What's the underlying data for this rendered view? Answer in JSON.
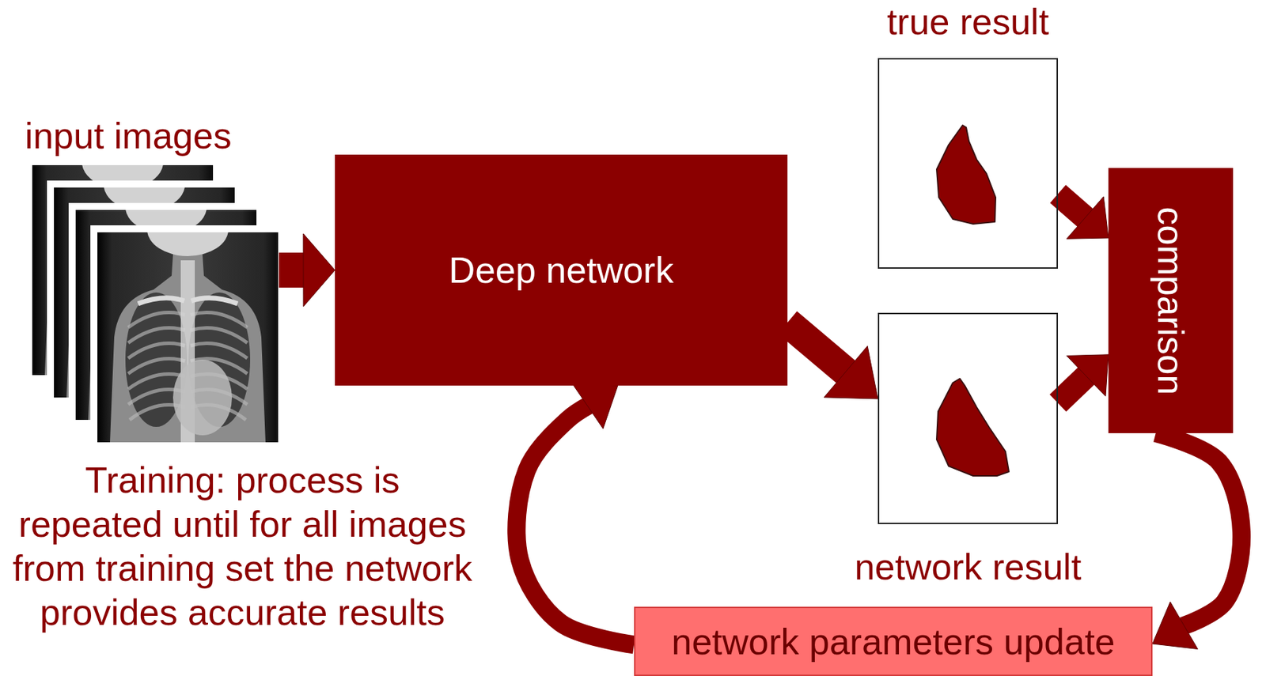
{
  "diagram": {
    "nodes": [
      {
        "text": [
          "input images"
        ]
      },
      {
        "text": [
          "Deep network"
        ]
      },
      {
        "text": [
          "true result"
        ]
      },
      {
        "text": [
          "comparison"
        ]
      },
      {
        "text": [
          "network result"
        ]
      },
      {
        "text": [
          "network parameters update"
        ]
      }
    ],
    "edges": [
      {
        "from": 0,
        "to": 1,
        "arrow": "to"
      },
      {
        "from": 1,
        "to": 4,
        "arrow": "to"
      },
      {
        "from": 2,
        "to": 3,
        "arrow": "to"
      },
      {
        "from": 4,
        "to": 3,
        "arrow": "to"
      },
      {
        "from": 3,
        "to": 5,
        "arrow": "to"
      },
      {
        "from": 5,
        "to": 1,
        "arrow": "to"
      }
    ],
    "labels": [
      "Training: process is repeated until for all images from training set the network provides accurate results"
    ]
  }
}
